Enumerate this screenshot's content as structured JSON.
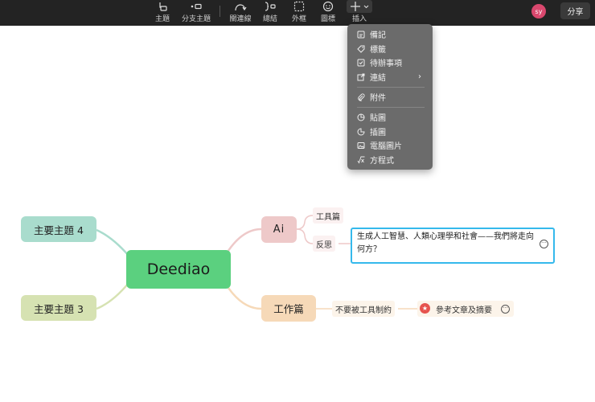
{
  "toolbar": {
    "topic": "主題",
    "subtopic": "分支主題",
    "relationship": "關連線",
    "summary": "總結",
    "boundary": "外框",
    "icon": "圖標",
    "insert": "插入",
    "avatar": "sy",
    "share": "分享"
  },
  "insert_menu": {
    "items": [
      "備記",
      "標籤",
      "待辦事項",
      "連結",
      "附件",
      "貼圖",
      "插圖",
      "電腦圖片",
      "方程式"
    ]
  },
  "mindmap": {
    "central": "Deediao",
    "main_topic_4": "主要主題 4",
    "main_topic_3": "主要主題 3",
    "ai": "Ai",
    "work": "工作篇",
    "tools": "工具篇",
    "reflection": "反思",
    "selected_topic": "生成人工智慧、人類心理學和社會——我們將走向何方？",
    "no_restriction": "不要被工具制約",
    "reference": "參考文章及摘要"
  },
  "colors": {
    "central": "#5bd07f",
    "main_topic_4": "#a9dccd",
    "main_topic_3": "#d6e2b2",
    "ai": "#eec9c9",
    "work": "#f6d9b8",
    "selection": "#35b9ec",
    "avatar": "#d9486e"
  }
}
